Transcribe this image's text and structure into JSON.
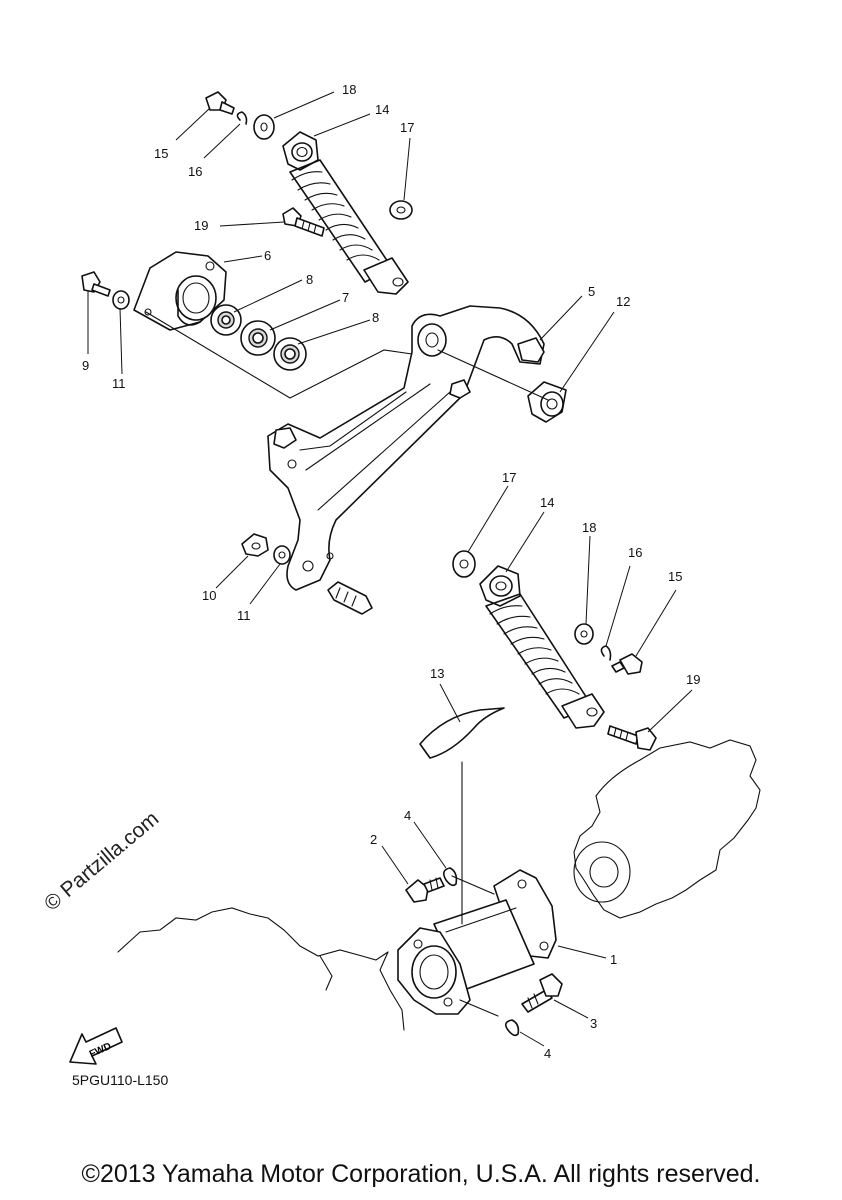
{
  "diagram": {
    "part_numbers": {
      "n1": "1",
      "n2": "2",
      "n3": "3",
      "n4a": "4",
      "n4b": "4",
      "n5": "5",
      "n6": "6",
      "n7": "7",
      "n8a": "8",
      "n8b": "8",
      "n9": "9",
      "n10": "10",
      "n11a": "11",
      "n11b": "11",
      "n12": "12",
      "n13": "13",
      "n14a": "14",
      "n14b": "14",
      "n15a": "15",
      "n15b": "15",
      "n16a": "16",
      "n16b": "16",
      "n17a": "17",
      "n17b": "17",
      "n18a": "18",
      "n18b": "18",
      "n19a": "19",
      "n19b": "19"
    },
    "fwd_label": "FWD",
    "diagram_code": "5PGU110-L150",
    "watermark": "© Partzilla.com",
    "copyright": "©2013 Yamaha Motor Corporation, U.S.A. All rights reserved."
  }
}
